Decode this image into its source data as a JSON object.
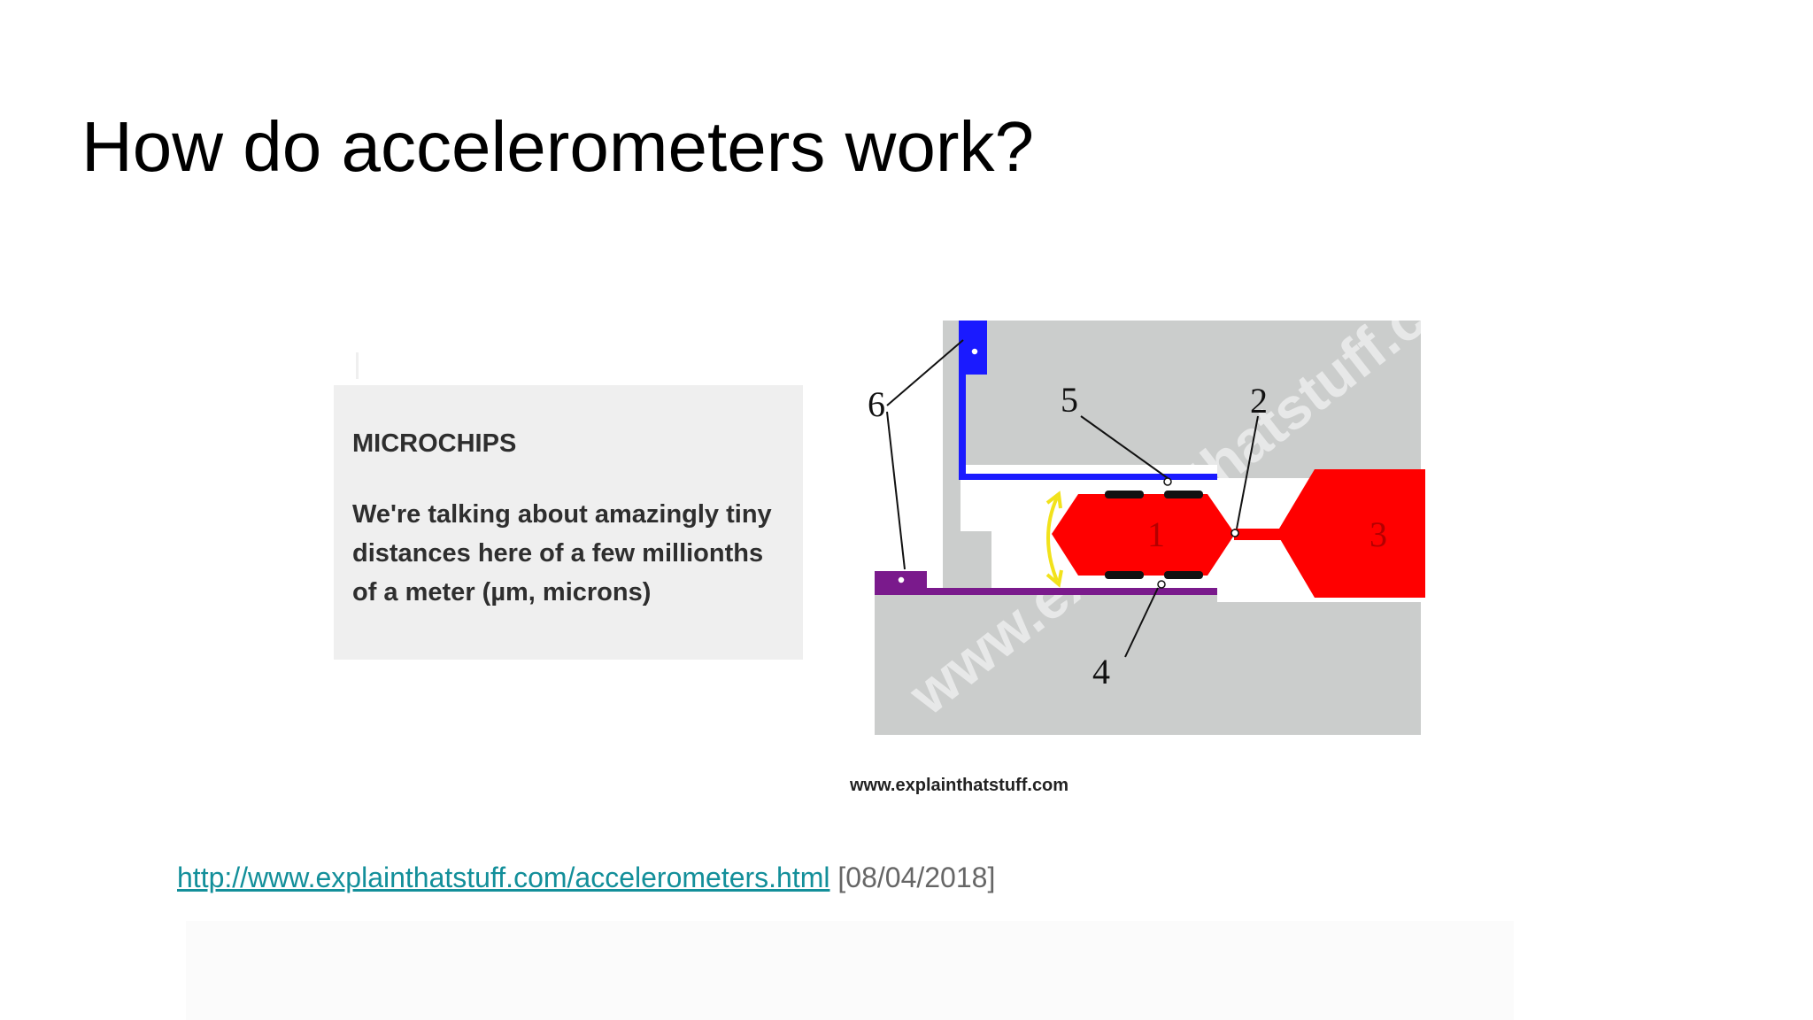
{
  "slide": {
    "title": "How do accelerometers work?"
  },
  "info_box": {
    "heading": "MICROCHIPS",
    "body": "We're talking about amazingly tiny distances here of a few millionths of a meter (µm, microns)"
  },
  "diagram": {
    "watermark": "www.explainthatstuff.com",
    "caption": "www.explainthatstuff.com",
    "labels": [
      "1",
      "2",
      "3",
      "4",
      "5",
      "6"
    ],
    "colors": {
      "housing": "#cbcdcc",
      "moving_mass": "#ff0000",
      "electrode_top": "#1a1aff",
      "electrode_bottom": "#7a1a8c",
      "arrow": "#f2e21b"
    }
  },
  "source": {
    "url": "http://www.explainthatstuff.com/accelerometers.html",
    "date": "[08/04/2018]"
  }
}
